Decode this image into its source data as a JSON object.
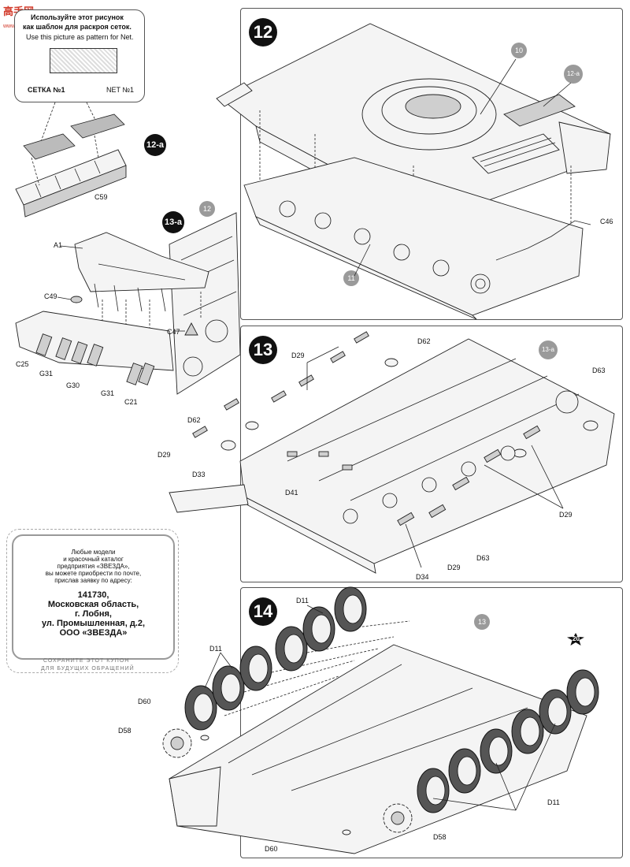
{
  "watermark": {
    "text": "高手网",
    "sub": "www.shoumo.com"
  },
  "net_box": {
    "ru_line1": "Используйте этот рисунок",
    "ru_line2": "как шаблон для раскроя сеток.",
    "en": "Use this picture as pattern for Net.",
    "label_ru": "СЕТКА №1",
    "label_en": "NET №1"
  },
  "step_12a": {
    "badge": "12-a",
    "part": "C59"
  },
  "step_13a": {
    "badge": "13-a",
    "ref": "12",
    "parts": [
      "A1",
      "C49",
      "C25",
      "G31",
      "G30",
      "G31",
      "C47",
      "C21"
    ]
  },
  "step_12": {
    "number": "12",
    "refs": [
      "10",
      "12-a",
      "11"
    ],
    "parts": [
      "C46"
    ]
  },
  "step_13": {
    "number": "13",
    "ref": "13-a",
    "parts": [
      "D29",
      "D62",
      "D63",
      "D62",
      "D29",
      "D33",
      "D41",
      "D29",
      "D63",
      "D34",
      "D29"
    ]
  },
  "step_14": {
    "number": "14",
    "ref": "13",
    "next_step": "20",
    "parts": [
      "D11",
      "D11",
      "D60",
      "D58",
      "D58",
      "D60",
      "D11"
    ]
  },
  "coupon": {
    "intro1": "Любые модели",
    "intro2": "и красочный каталог",
    "intro3": "предприятия «ЗВЕЗДА»,",
    "intro4": "вы можете приобрести по почте,",
    "intro5": "прислав заявку по адресу:",
    "addr1": "141730,",
    "addr2": "Московская область,",
    "addr3": "г. Лобня,",
    "addr4": "ул. Промышленная, д.2,",
    "addr5": "ООО «ЗВЕЗДА»",
    "footer1": "СОХРАНИТЕ ЭТОТ КУПОН",
    "footer2": "ДЛЯ БУДУЩИХ ОБРАЩЕНИЙ"
  }
}
